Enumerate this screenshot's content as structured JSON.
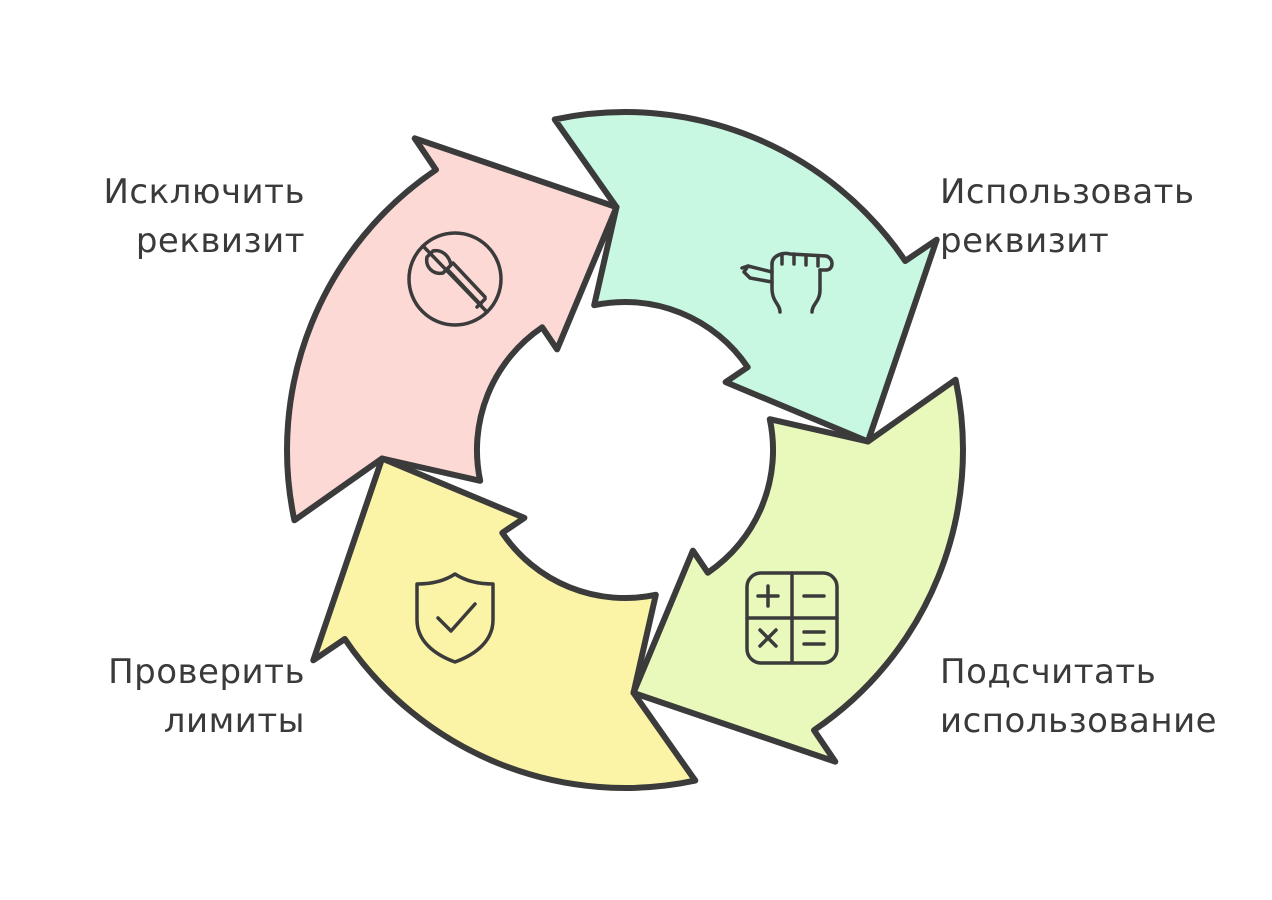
{
  "diagram": {
    "steps": [
      {
        "key": "use",
        "line1": "Использовать",
        "line2": "реквизит",
        "color": "#c8f7e2",
        "icon": "hand-pen-icon"
      },
      {
        "key": "count",
        "line1": "Подсчитать",
        "line2": "использование",
        "color": "#e8f9bb",
        "icon": "calculator-icon"
      },
      {
        "key": "check",
        "line1": "Проверить",
        "line2": "лимиты",
        "color": "#fbf4a6",
        "icon": "shield-check-icon"
      },
      {
        "key": "exclude",
        "line1": "Исключить",
        "line2": "реквизит",
        "color": "#fdd9d6",
        "icon": "no-tool-icon"
      }
    ],
    "outline_color": "#3b3b3b",
    "text_color": "#3a3a3a"
  }
}
